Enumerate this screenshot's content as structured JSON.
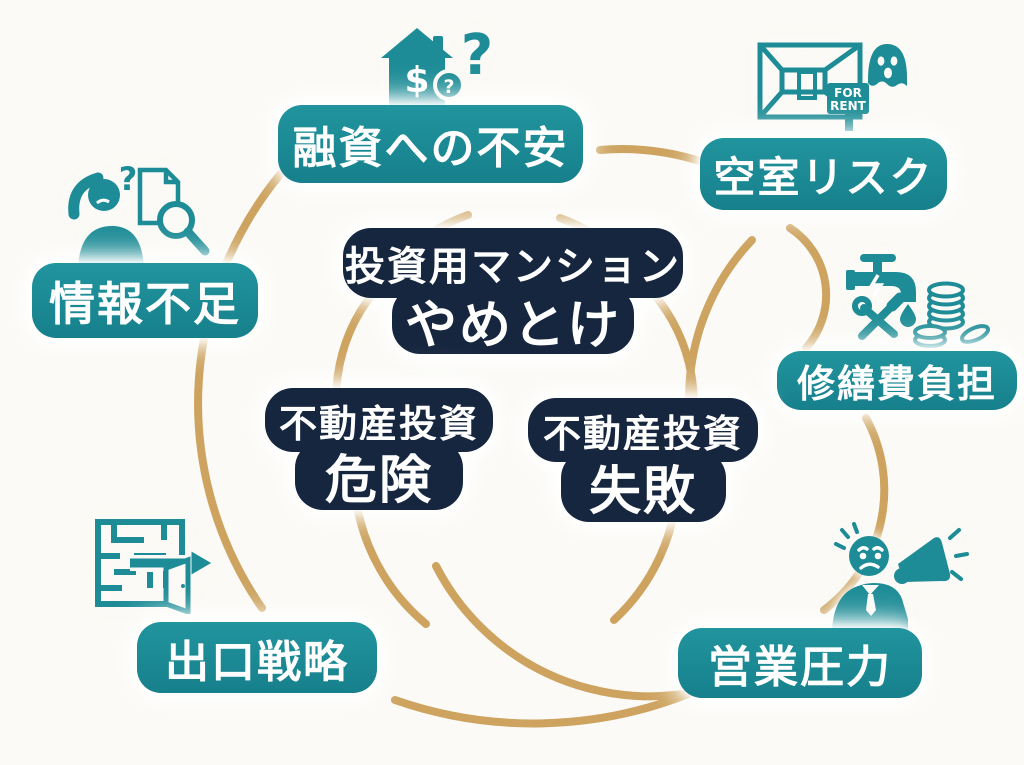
{
  "page": {
    "background": "#fbfaf6"
  },
  "colors": {
    "teal": "#1d8c96",
    "navy": "#16263f",
    "gold": "#cda35f",
    "text": "#ffffff"
  },
  "center": {
    "main": {
      "line1": "投資用マンション",
      "line2": "やめとけ"
    },
    "danger": {
      "line1": "不動産投資",
      "line2": "危険"
    },
    "failure": {
      "line1": "不動産投資",
      "line2": "失敗"
    }
  },
  "nodes": [
    {
      "id": "financing",
      "label": "融資への不安",
      "icon": "money-house-question-icon"
    },
    {
      "id": "vacancy",
      "label": "空室リスク",
      "icon": "empty-room-ghost-icon"
    },
    {
      "id": "repair",
      "label": "修繕費負担",
      "icon": "broken-faucet-tools-coins-icon"
    },
    {
      "id": "sales",
      "label": "営業圧力",
      "icon": "stressed-salesman-megaphone-icon"
    },
    {
      "id": "exit",
      "label": "出口戦略",
      "icon": "maze-exit-door-icon"
    },
    {
      "id": "info",
      "label": "情報不足",
      "icon": "confused-person-document-magnifier-icon"
    }
  ],
  "vacancy_sign": {
    "line1": "FOR",
    "line2": "RENT"
  },
  "glyphs": {
    "dollar": "$",
    "question_small": "?",
    "question_large": "?",
    "question_info": "?"
  }
}
